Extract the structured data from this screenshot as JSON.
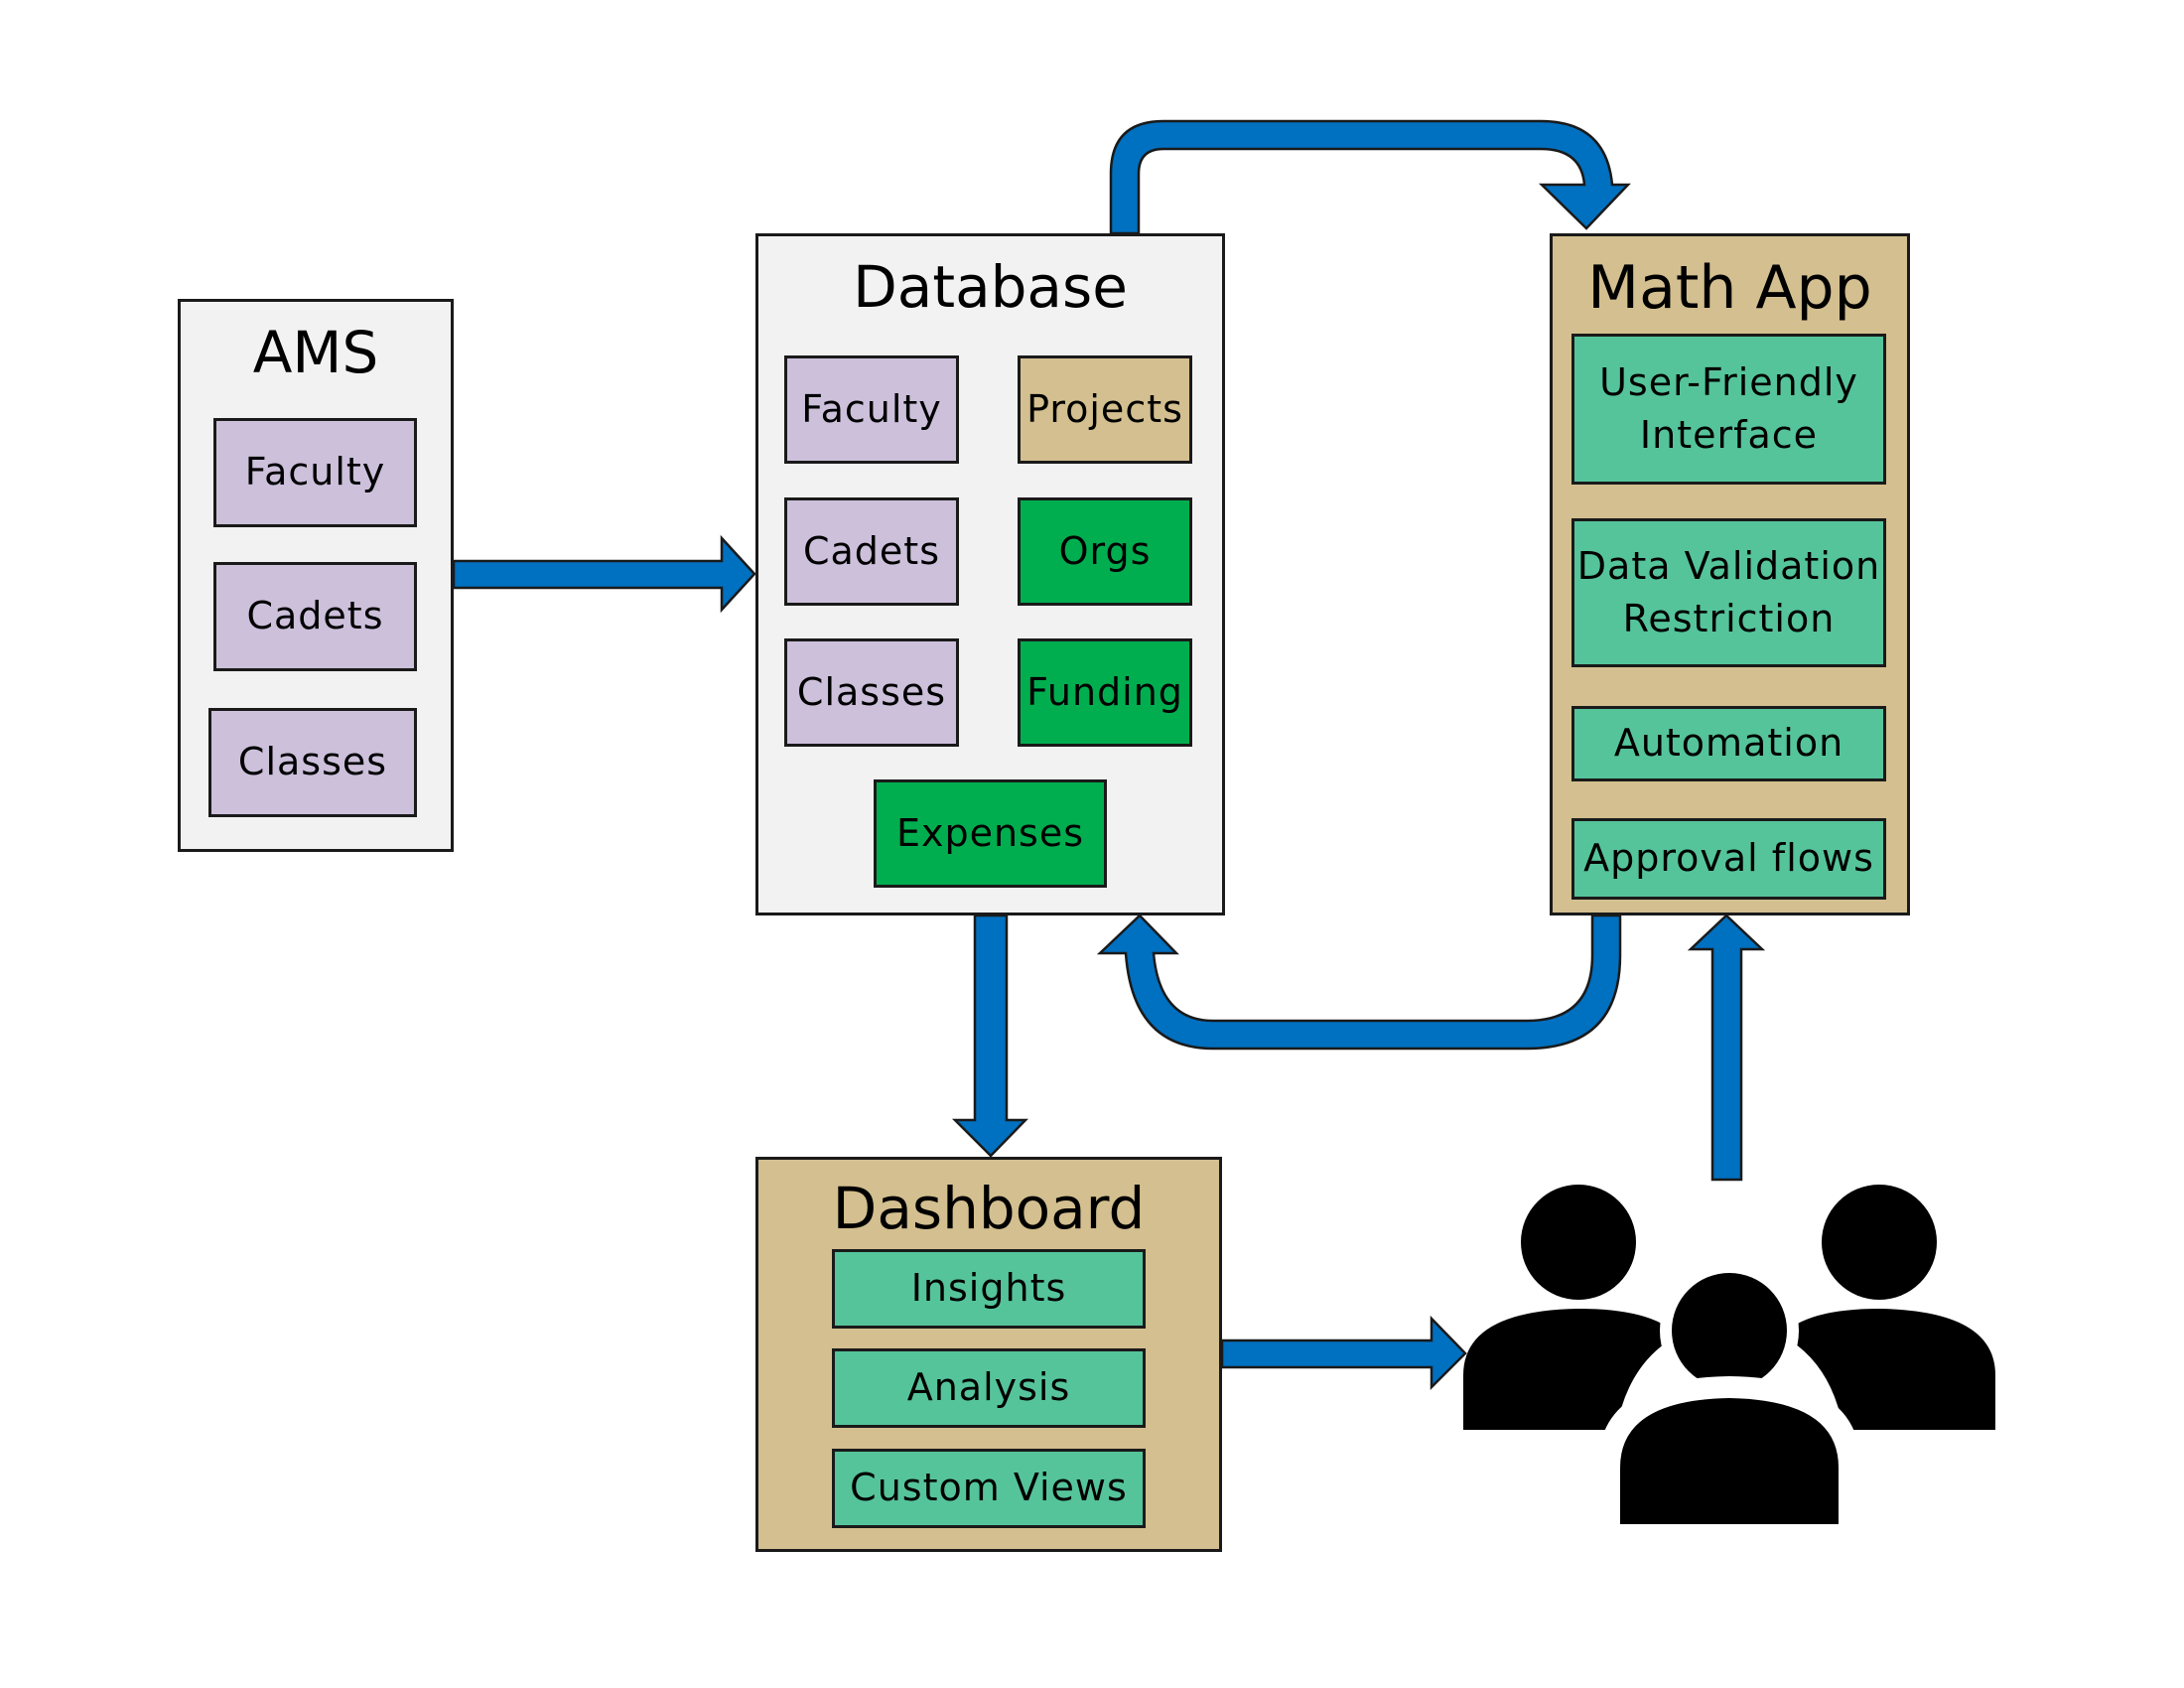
{
  "colors": {
    "panel_gray": "#f2f2f2",
    "panel_tan": "#d3bf8f",
    "item_lavender": "#ccc0db",
    "item_tan": "#d3bf8f",
    "item_green": "#00ae4f",
    "item_teal": "#55c49b",
    "arrow_blue": "#0070c0",
    "outline": "#1a1a1a",
    "users": "#000000"
  },
  "ams": {
    "title": "AMS",
    "items": [
      "Faculty",
      "Cadets",
      "Classes"
    ]
  },
  "database": {
    "title": "Database",
    "items": [
      "Faculty",
      "Projects",
      "Cadets",
      "Orgs",
      "Classes",
      "Funding",
      "Expenses"
    ]
  },
  "math_app": {
    "title": "Math App",
    "items": [
      "User-Friendly",
      "Interface",
      "Data Validation",
      "Restriction",
      "Automation",
      "Approval flows"
    ]
  },
  "dashboard": {
    "title": "Dashboard",
    "items": [
      "Insights",
      "Analysis",
      "Custom Views"
    ]
  },
  "users_icon": "users-group-icon"
}
